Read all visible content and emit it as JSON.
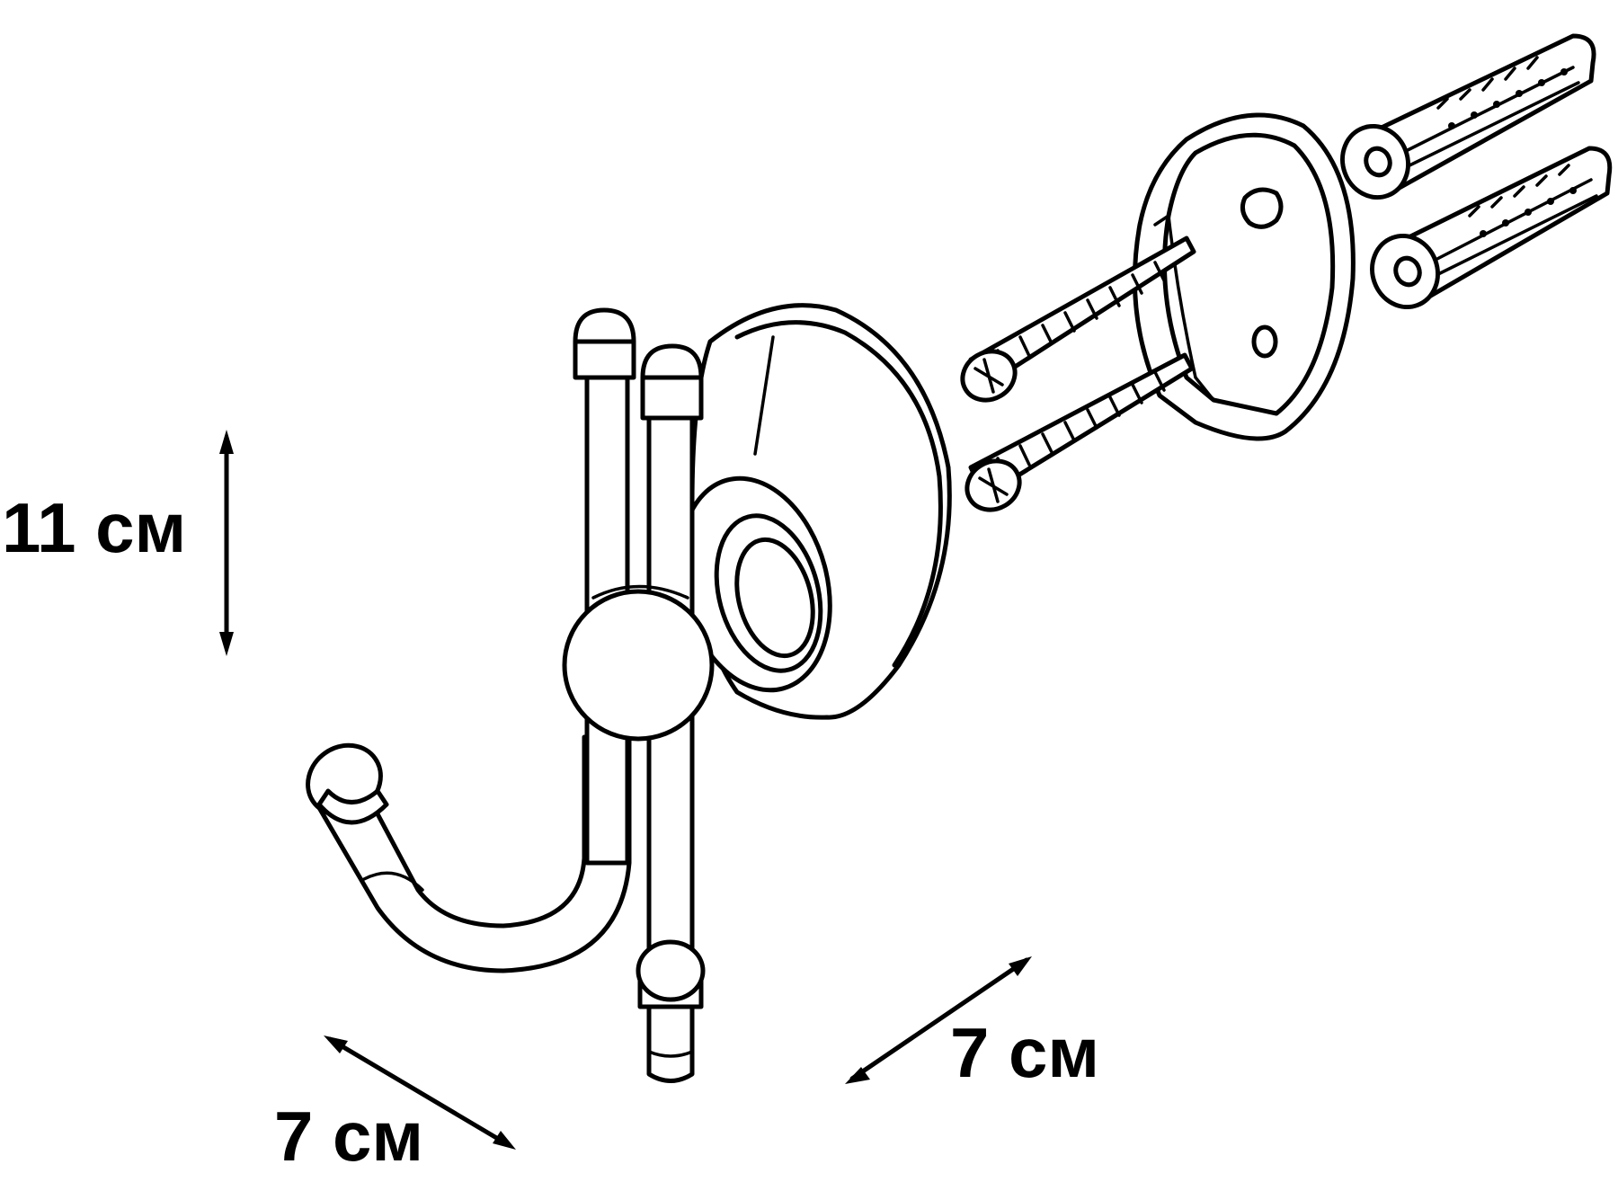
{
  "dimensions": {
    "height": "11 см",
    "depth_right": "7 см",
    "depth_left": "7 см"
  },
  "parts": {
    "hook": "double-hook",
    "mount": "wall-mount-plate",
    "screws": 2,
    "wall_plugs": 2
  },
  "colors": {
    "line": "#000000",
    "background": "#ffffff"
  }
}
